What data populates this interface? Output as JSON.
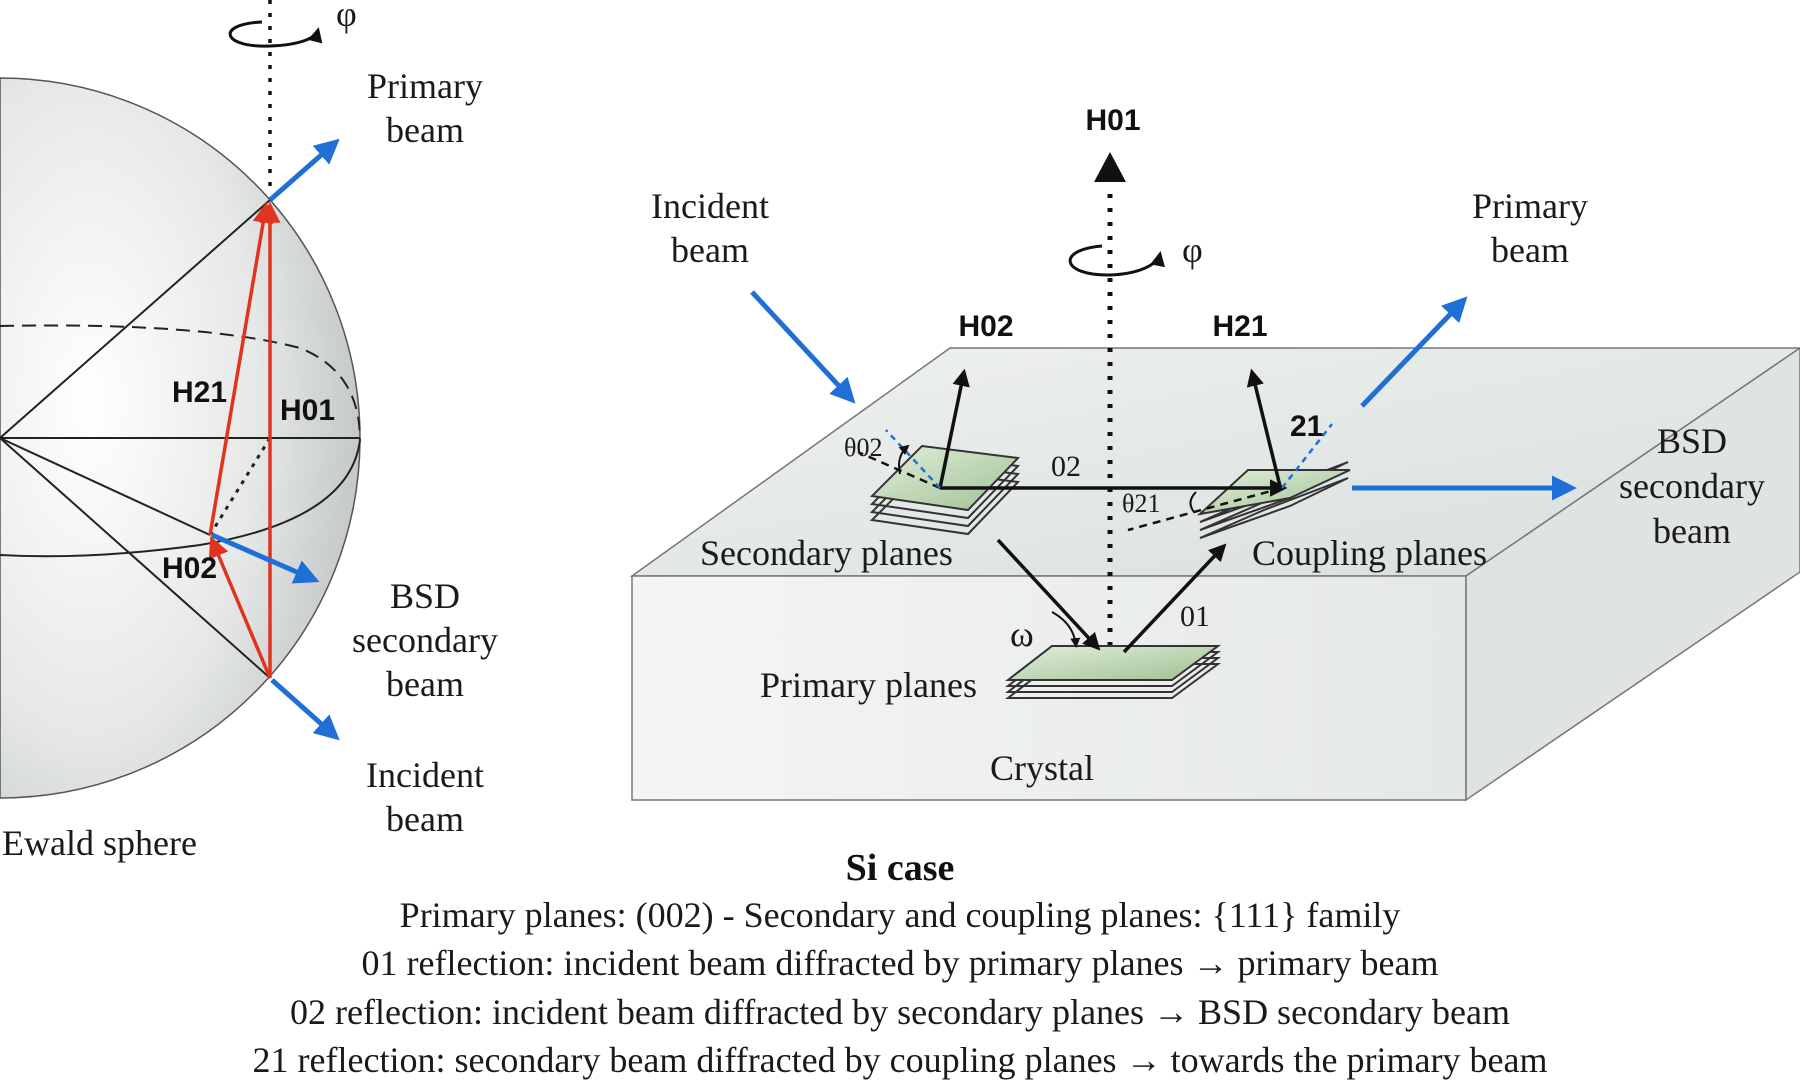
{
  "ewald": {
    "phi": "φ",
    "primary_beam": [
      "Primary",
      "beam"
    ],
    "h21": "H21",
    "h01": "H01",
    "h02": "H02",
    "bsd_beam": [
      "BSD",
      "secondary",
      "beam"
    ],
    "incident_beam": [
      "Incident",
      "beam"
    ],
    "sphere_label": "Ewald sphere"
  },
  "crystal": {
    "h01": "H01",
    "phi": "φ",
    "incident_beam": [
      "Incident",
      "beam"
    ],
    "primary_beam": [
      "Primary",
      "beam"
    ],
    "h02": "H02",
    "h21": "H21",
    "theta02": "θ02",
    "label_02": "02",
    "label_21": "21",
    "theta21": "θ21",
    "bsd_beam": [
      "BSD",
      "secondary",
      "beam"
    ],
    "secondary_planes": "Secondary planes",
    "coupling_planes": "Coupling planes",
    "omega": "ω",
    "label_01": "01",
    "primary_planes": "Primary planes",
    "crystal_label": "Crystal"
  },
  "caption": {
    "title": "Si case",
    "lines": [
      "Primary planes: (002) - Secondary and coupling planes: {111} family",
      "01 reflection: incident beam diffracted by primary planes → primary beam",
      "02 reflection: incident beam diffracted by secondary planes → BSD secondary beam",
      "21 reflection: secondary beam diffracted by coupling planes → towards the primary beam"
    ]
  },
  "colors": {
    "blue": "#1f6fd6",
    "red": "#e0341e",
    "green": "#b5cfa6",
    "box": "#e9ecea"
  }
}
